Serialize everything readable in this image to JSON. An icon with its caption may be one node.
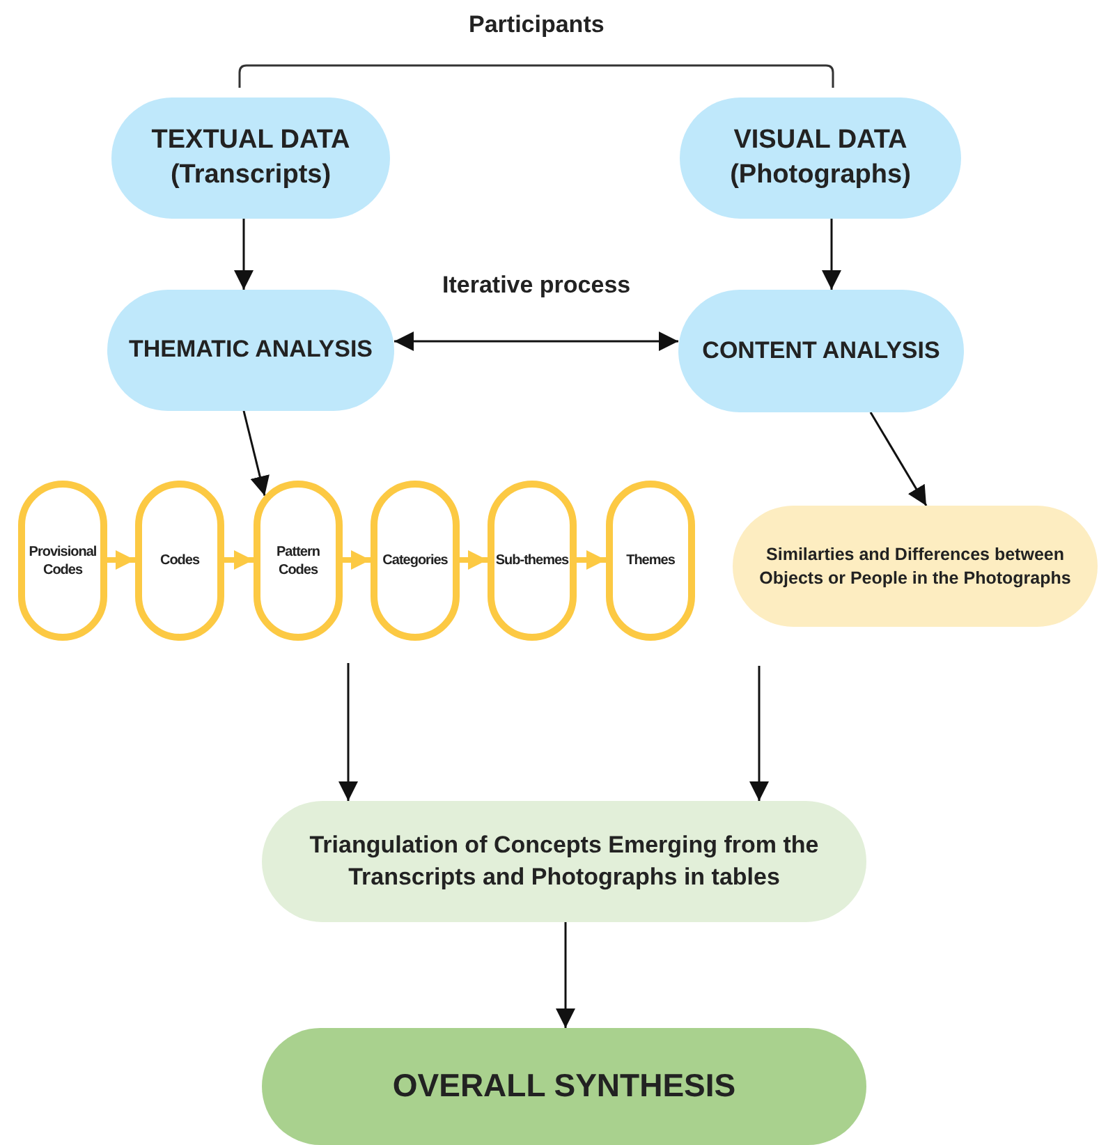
{
  "diagram": {
    "nodes": [
      {
        "text": [
          "TEXTUAL DATA (Transcripts)"
        ]
      },
      {
        "text": [
          "VISUAL DATA (Photographs)"
        ]
      },
      {
        "text": [
          "THEMATIC ANALYSIS"
        ]
      },
      {
        "text": [
          "CONTENT ANALYSIS"
        ]
      },
      {
        "text": [
          "Provisional Codes"
        ]
      },
      {
        "text": [
          "Codes"
        ]
      },
      {
        "text": [
          "Pattern Codes"
        ]
      },
      {
        "text": [
          "Categories"
        ]
      },
      {
        "text": [
          "Sub-themes"
        ]
      },
      {
        "text": [
          "Themes"
        ]
      },
      {
        "text": [
          "Similarties and Differences between Objects or People in the Photographs"
        ]
      },
      {
        "text": [
          "Triangulation of Concepts Emerging from the Transcripts and Photographs in tables"
        ]
      },
      {
        "text": [
          "OVERALL SYNTHESIS"
        ]
      }
    ],
    "edges": [
      {
        "from": 0,
        "to": 2,
        "arrow": "to"
      },
      {
        "from": 1,
        "to": 3,
        "arrow": "to"
      },
      {
        "from": 2,
        "to": 3,
        "arrow": "both",
        "label": "Iterative process"
      },
      {
        "from": 2,
        "to": 6,
        "arrow": "to"
      },
      {
        "from": 4,
        "to": 5,
        "arrow": "to",
        "color": "#fcc943",
        "style": "thick"
      },
      {
        "from": 5,
        "to": 6,
        "arrow": "to",
        "color": "#fcc943",
        "style": "thick"
      },
      {
        "from": 6,
        "to": 7,
        "arrow": "to",
        "color": "#fcc943",
        "style": "thick"
      },
      {
        "from": 7,
        "to": 8,
        "arrow": "to",
        "color": "#fcc943",
        "style": "thick"
      },
      {
        "from": 8,
        "to": 9,
        "arrow": "to",
        "color": "#fcc943",
        "style": "thick"
      },
      {
        "from": 3,
        "to": 10,
        "arrow": "to"
      },
      {
        "from": null,
        "to": 11,
        "arrow": "to"
      },
      {
        "from": null,
        "to": 11,
        "arrow": "to"
      },
      {
        "from": 11,
        "to": 12,
        "arrow": "to"
      }
    ],
    "labels": [
      "Participants"
    ]
  }
}
